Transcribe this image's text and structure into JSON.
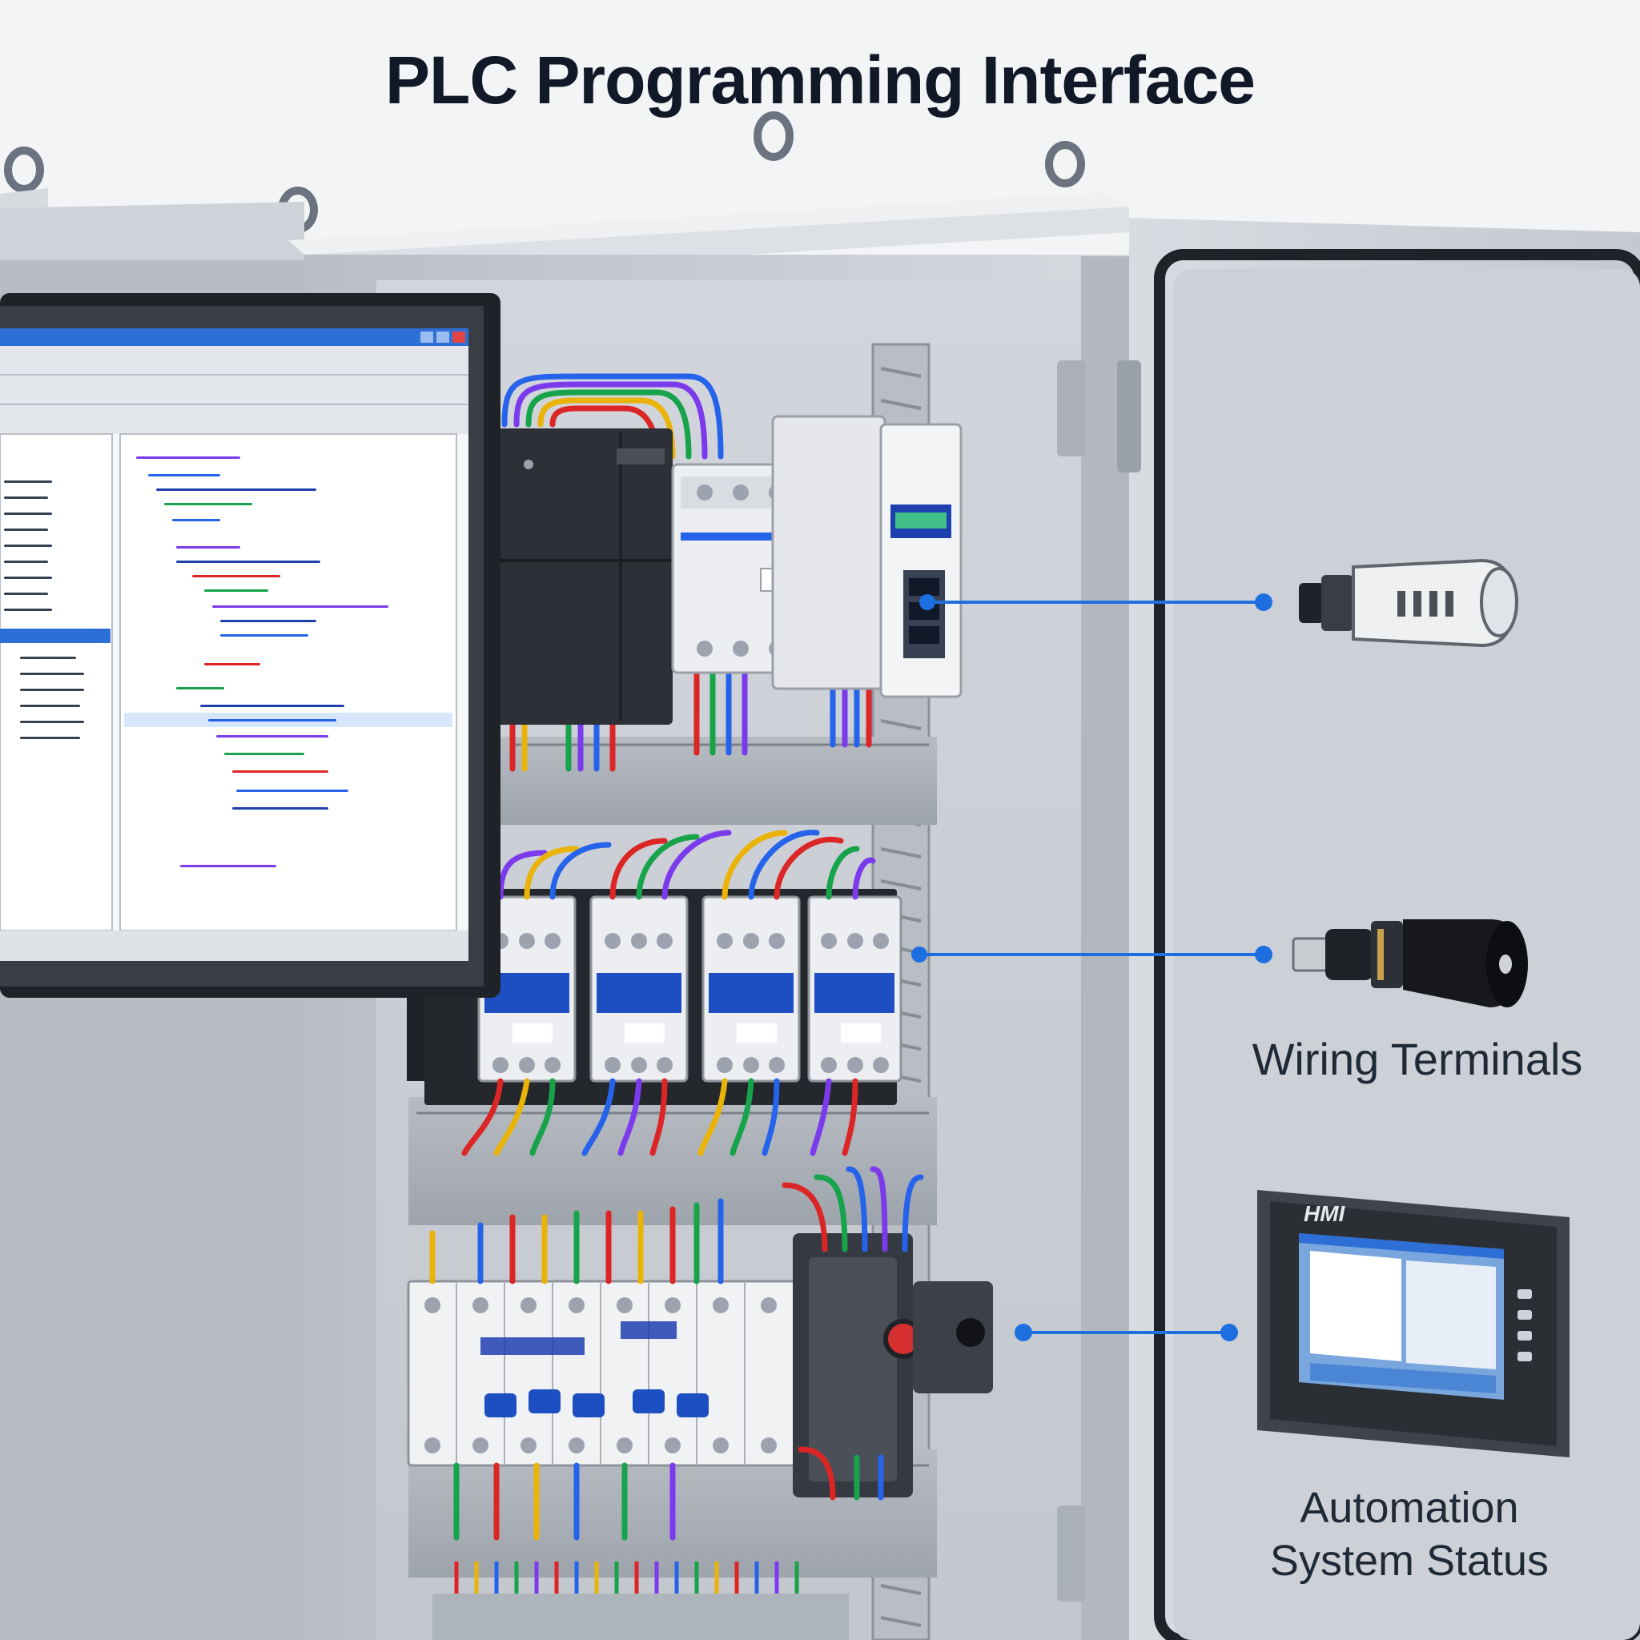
{
  "title": "PLC Programming Interface",
  "callouts": {
    "wiring": "Wiring Terminals",
    "status_line1": "Automation",
    "status_line2": "System Status"
  },
  "hmi": {
    "brand": "HMI"
  },
  "icons": {
    "sensor_top": "proximity-sensor-icon",
    "sensor_mid": "photoelectric-sensor-icon",
    "hmi_panel": "hmi-panel-icon",
    "monitor": "monitor-icon",
    "cabinet": "control-cabinet-icon"
  },
  "colors": {
    "accent": "#1d6fe0",
    "cabinet": "#c9cdd3",
    "door": "#cfd3d9",
    "device_dark": "#2d3036",
    "breaker_blue": "#1e4fc2",
    "window_title": "#2d6fd6"
  }
}
